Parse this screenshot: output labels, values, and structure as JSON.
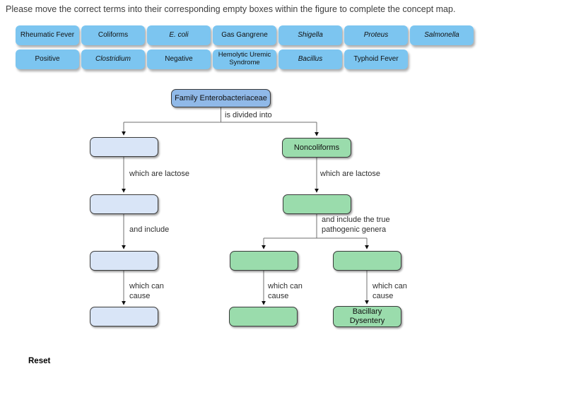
{
  "instruction": "Please move the correct terms into their corresponding empty boxes within the figure to complete the concept map.",
  "bank": {
    "row1": [
      {
        "label": "Rheumatic Fever",
        "italic": false
      },
      {
        "label": "Coliforms",
        "italic": false
      },
      {
        "label": "E. coli",
        "italic": true
      },
      {
        "label": "Gas Gangrene",
        "italic": false
      },
      {
        "label": "Shigella",
        "italic": true
      },
      {
        "label": "Proteus",
        "italic": true
      },
      {
        "label": "Salmonella",
        "italic": true
      }
    ],
    "row2": [
      {
        "label": "Positive",
        "italic": false
      },
      {
        "label": "Clostridium",
        "italic": true
      },
      {
        "label": "Negative",
        "italic": false
      },
      {
        "label": "Hemolytic Uremic Syndrome",
        "italic": false
      },
      {
        "label": "Bacillus",
        "italic": true
      },
      {
        "label": "Typhoid Fever",
        "italic": false
      }
    ]
  },
  "figure": {
    "root_label": "Family Enterobacteriaceae",
    "filled_nodes": {
      "noncoliforms": "Noncoliforms",
      "bacillary_dysentery": "Bacillary Dysentery"
    },
    "edge_labels": {
      "divided": "is divided into",
      "lactose_left": "which are lactose",
      "lactose_right": "which are lactose",
      "include_left": "and include",
      "include_right": "and include the true pathogenic genera",
      "cause_left": "which can cause",
      "cause_mid": "which can cause",
      "cause_right": "which can cause"
    },
    "empty_box_count": 8
  },
  "reset_label": "Reset",
  "colors": {
    "chip_blue": "#7cc5f0",
    "root_box_blue": "#90b9e8",
    "empty_box_blue": "#d9e5f7",
    "empty_box_green": "#9adcac",
    "line_gray": "#6f6f6f"
  }
}
